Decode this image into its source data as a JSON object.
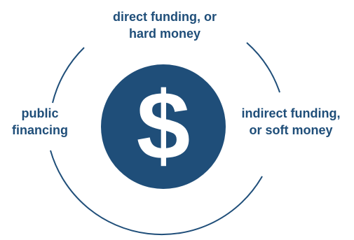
{
  "colors": {
    "primary": "#1f4e79",
    "background": "#ffffff"
  },
  "center_icon": {
    "name": "dollar-sign-icon",
    "glyph": "$"
  },
  "labels": {
    "top": {
      "line1": "direct funding, or",
      "line2": "hard money"
    },
    "left": {
      "line1": "public",
      "line2": "financing"
    },
    "right": {
      "line1": "indirect funding,",
      "line2": "or soft money"
    }
  }
}
